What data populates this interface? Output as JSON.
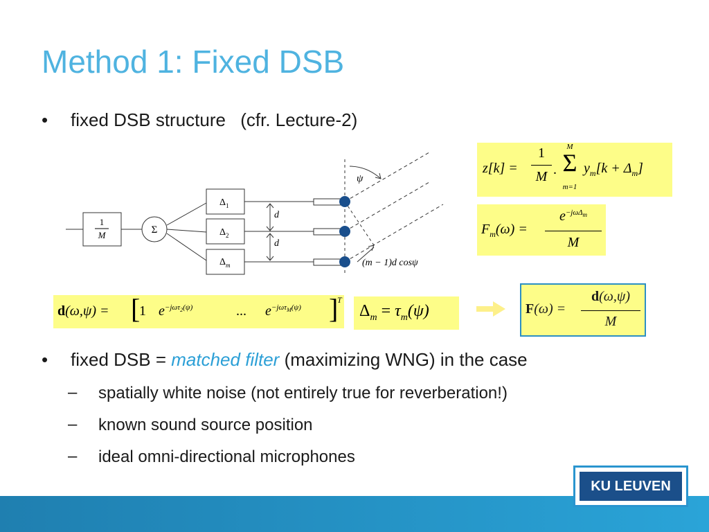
{
  "slide": {
    "title": "Method 1: Fixed DSB",
    "bullet_symbol": "•",
    "dash_symbol": "–",
    "bullet1": {
      "text": "fixed DSB structure",
      "note": "(cfr. Lecture-2)"
    },
    "bullet2": {
      "pre": "fixed DSB =",
      "highlight": "matched filter",
      "post": "(maximizing WNG) in the case",
      "subitems": [
        "spatially white noise (not entirely true for reverberation!)",
        "known sound source position",
        "ideal omni-directional microphones"
      ]
    },
    "logo_text": "KU LEUVEN"
  },
  "diagram": {
    "one": "1",
    "M": "M",
    "sum": "Σ",
    "delta": "Δ",
    "delay1_sub": "1",
    "delay2_sub": "2",
    "delaym_sub": "m",
    "d": "d",
    "psi": "ψ",
    "path_label": "(m − 1)d cosψ"
  },
  "equations": {
    "z_lhs": "z[k] =",
    "z_num": "1",
    "z_den": "M",
    "z_sum_top": "M",
    "z_sum_bot": "m=1",
    "z_sum": "Σ",
    "z_dot": ".",
    "z_rhs": "y",
    "z_rhs_sub": "m",
    "z_rhs_arg": "[k + Δ",
    "z_rhs_arg_sub": "m",
    "z_rhs_close": "]",
    "F_lhs": "F",
    "F_lhs_sub": "m",
    "F_lhs_arg": "(ω) =",
    "F_num_base": "e",
    "F_num_exp": "−jωΔ",
    "F_num_exp_sub": "m",
    "F_den": "M",
    "d_lhs": "d",
    "d_lhs_arg": "(ω,ψ) =",
    "d_bracket_open": "[",
    "d_one": "1",
    "d_e1": "e",
    "d_e1_exp": "−jωτ",
    "d_e1_exp_sub": "2",
    "d_e1_exp_arg": "(ψ)",
    "d_ellipsis": "...",
    "d_e2": "e",
    "d_e2_exp": "−jωτ",
    "d_e2_exp_sub": "M",
    "d_e2_exp_arg": "(ψ)",
    "d_bracket_close": "]",
    "d_T": "T",
    "delta_lhs": "Δ",
    "delta_lhs_sub": "m",
    "delta_eq": "=",
    "delta_rhs": "τ",
    "delta_rhs_sub": "m",
    "delta_rhs_arg": "(ψ)",
    "Fbig_lhs": "F",
    "Fbig_lhs_arg": "(ω) =",
    "Fbig_num_bold": "d",
    "Fbig_num_arg": "(ω,ψ)",
    "Fbig_den": "M"
  },
  "colors": {
    "title": "#4fb3e0",
    "accent": "#2b9fd6",
    "highlight": "#fdfd88",
    "box_border": "#2b8fc3",
    "mic": "#1a4f8c",
    "footer": "#1f7fb0",
    "logo_bg": "#1b4f8a",
    "arrow": "#fdf08a"
  }
}
